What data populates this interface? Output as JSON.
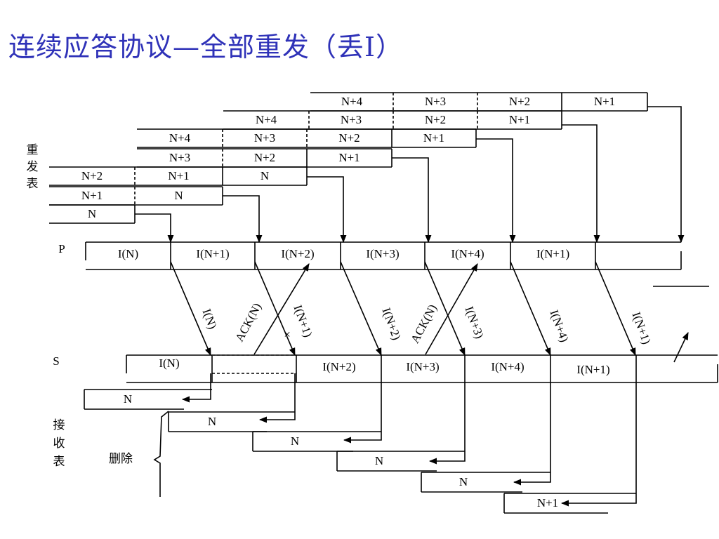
{
  "title": "连续应答协议—全部重发（丢I）",
  "labels": {
    "P": "P",
    "S": "S",
    "send_table": [
      "重",
      "发",
      "表"
    ],
    "recv_table": [
      "接",
      "收",
      "表"
    ],
    "delete": "删除"
  },
  "send_rows": [
    [
      "N+4",
      "N+3",
      "N+2",
      "N+1"
    ],
    [
      "N+4",
      "N+3",
      "N+2",
      "N+1"
    ],
    [
      "N+4",
      "N+3",
      "N+2",
      "N+1"
    ],
    [
      "N+3",
      "N+2",
      "N+1"
    ],
    [
      "N+2",
      "N+1",
      "N"
    ],
    [
      "N+1",
      "N"
    ],
    [
      "N"
    ]
  ],
  "p_frames": [
    "I(N)",
    "I(N+1)",
    "I(N+2)",
    "I(N+3)",
    "I(N+4)",
    "I(N+1)"
  ],
  "s_frames": [
    "I(N)",
    "I(N+2)",
    "I(N+3)",
    "I(N+4)",
    "I(N+1)"
  ],
  "arrow_labels": [
    "I(N)",
    "ACK(N)",
    "I(N+1)",
    "I(N+2)",
    "ACK(N)",
    "I(N+3)",
    "I(N+4)",
    "I(N+1)"
  ],
  "recv_rows": [
    "N",
    "N",
    "N",
    "N",
    "N",
    "N+1"
  ],
  "lost_mark": "×"
}
